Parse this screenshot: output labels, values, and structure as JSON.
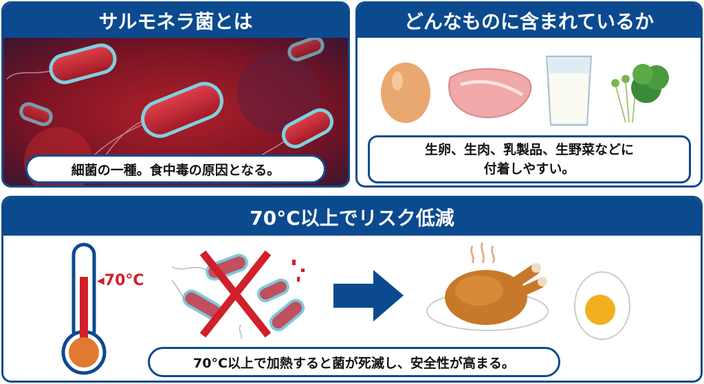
{
  "panels": {
    "what": {
      "title": "サルモネラ菌とは",
      "caption": "細菌の一種。食中毒の原因となる。"
    },
    "sources": {
      "title": "どんなものに含まれているか",
      "caption_line1": "生卵、生肉、乳製品、生野菜などに",
      "caption_line2": "付着しやすい。"
    },
    "reduce": {
      "title": "70°C以上でリスク低減",
      "temp_label": "70°C",
      "caption": "70°C以上で加熱すると菌が死滅し、安全性が高まる。"
    }
  },
  "colors": {
    "brand_blue": "#0b4a8f",
    "alert_red": "#d0202a"
  }
}
